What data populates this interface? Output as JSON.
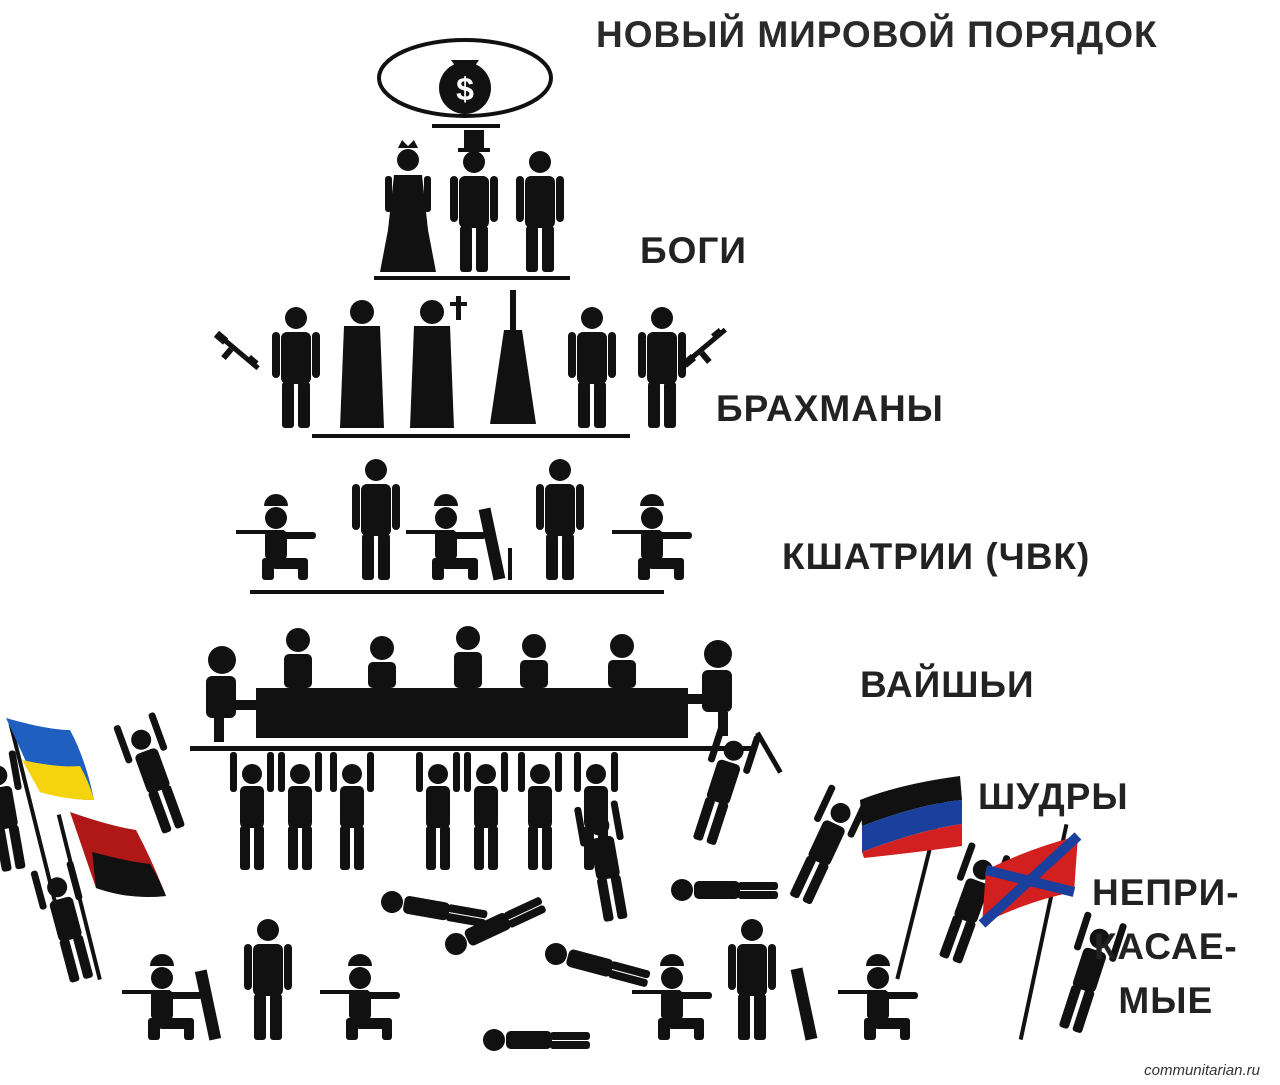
{
  "title": "НОВЫЙ МИРОВОЙ ПОРЯДОК",
  "tiers": {
    "gods": "БОГИ",
    "brahmins": "БРАХМАНЫ",
    "kshatriyas": "КШАТРИИ (ЧВК)",
    "vaishyas": "ВАЙШЬИ",
    "shudras": "ШУДРЫ",
    "untouchables_line1": "НЕПРИ-",
    "untouchables_line2": "КАСАЕ-",
    "untouchables_line3": "МЫЕ"
  },
  "top_symbol": "$",
  "credit": "communitarian.ru",
  "colors": {
    "ink": "#111111",
    "ua_blue": "#1f5fbf",
    "ua_yellow": "#f5d40f",
    "upa_red": "#b01818",
    "dnr_blue": "#1a3f9c",
    "dnr_red": "#d21f1f"
  },
  "icons": [
    "dollar-bag-icon",
    "queen-icon",
    "capitalist-icon",
    "businessman-icon",
    "rifle-icon",
    "priest-icon",
    "tower-icon",
    "soldier-icon",
    "mortar-icon",
    "feast-table-icon",
    "worker-icon",
    "flag-icon"
  ]
}
